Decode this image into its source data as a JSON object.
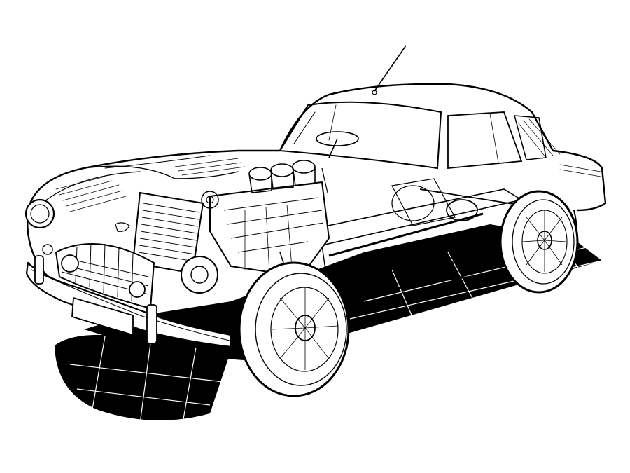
{
  "illustration": {
    "subject": "",
    "colors": {
      "ink": "#000000",
      "paper": "#ffffff"
    },
    "parts": [
      "car-body-outline",
      "windshield",
      "side-window",
      "radio-antenna",
      "steering-wheel",
      "engine-block",
      "carburetors",
      "radiator",
      "front-grille",
      "front-bumper",
      "headlight",
      "front-wire-wheel",
      "rear-wire-wheel",
      "chassis-frame",
      "drive-shaft",
      "rear-axle",
      "license-plate-blank",
      "floor-shadow-grid"
    ]
  }
}
